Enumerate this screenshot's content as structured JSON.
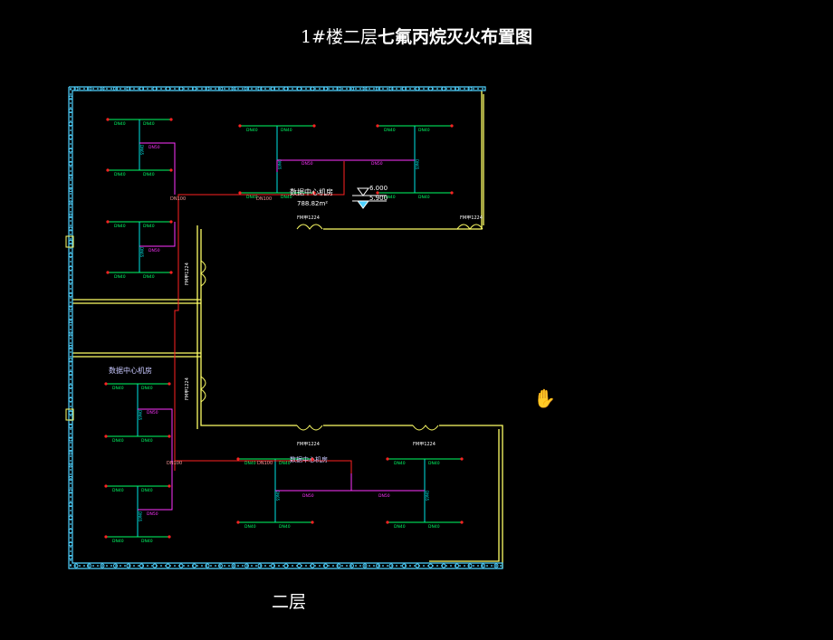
{
  "title": {
    "prefix": "1#楼二层",
    "main": "七氟丙烷灭火布置图"
  },
  "floor_label": "二层",
  "rooms": {
    "top_name": "数据中心机房",
    "top_area": "788.82m²",
    "lower_left_name": "数据中心机房",
    "lower_right_name": "数据中心机房"
  },
  "elevations": {
    "upper": "6.000",
    "lower": "5.900"
  },
  "pipe_labels": {
    "branch": "DN40",
    "manifold": "DN50",
    "main": "DN100",
    "riser": "DN65"
  },
  "door_tag": "FM甲1224",
  "colors": {
    "wall": "#ffff66",
    "column": "#4fd2ff",
    "nozzle_branch": "#00ff66",
    "riser": "#00e5e5",
    "manifold": "#ff33ff",
    "main_pipe": "#ff2222",
    "text": "#ffffff"
  }
}
